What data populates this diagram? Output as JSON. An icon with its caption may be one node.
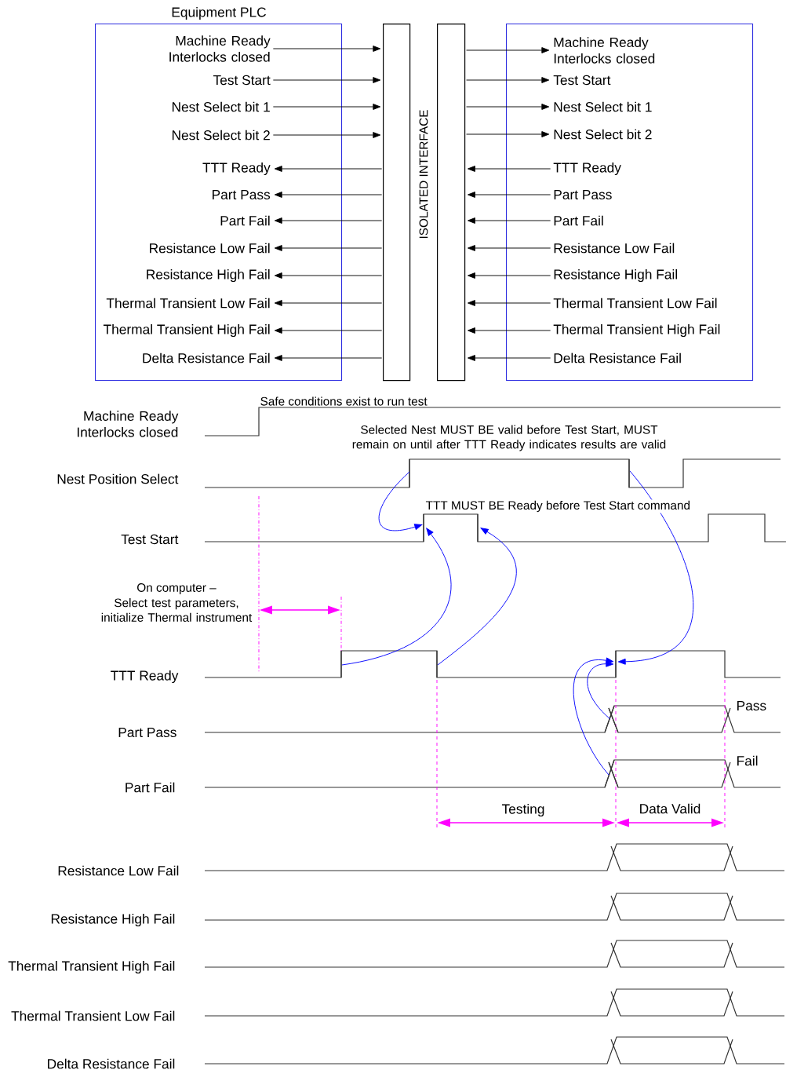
{
  "diagram": {
    "nodes": [
      {
        "text": [
          "Equipment PLC"
        ]
      },
      {
        "text": [],
        "shape": "bar"
      },
      {
        "text": [],
        "shape": "bar"
      },
      {
        "text": [],
        "shape": "box"
      },
      {
        "text": [
          "Machine Ready Interlocks closed"
        ],
        "in": 0
      },
      {
        "text": [
          "Test Start"
        ],
        "in": 0
      },
      {
        "text": [
          "Nest Select bit 1"
        ],
        "in": 0
      },
      {
        "text": [
          "Nest Select bit 2"
        ],
        "in": 0
      },
      {
        "text": [
          "TTT Ready"
        ],
        "in": 0
      },
      {
        "text": [
          "Part Pass"
        ],
        "in": 0
      },
      {
        "text": [
          "Part Fail"
        ],
        "in": 0
      },
      {
        "text": [
          "Resistance Low Fail"
        ],
        "in": 0
      },
      {
        "text": [
          "Resistance High Fail"
        ],
        "in": 0
      },
      {
        "text": [
          "Thermal Transient Low Fail"
        ],
        "in": 0
      },
      {
        "text": [
          "Thermal Transient High Fail"
        ],
        "in": 0
      },
      {
        "text": [
          "Delta Resistance Fail"
        ],
        "in": 0
      },
      {
        "text": [
          "Machine Ready Interlocks closed"
        ],
        "in": 3
      },
      {
        "text": [
          "Test Start"
        ],
        "in": 3
      },
      {
        "text": [
          "Nest Select bit 1"
        ],
        "in": 3
      },
      {
        "text": [
          "Nest Select bit 2"
        ],
        "in": 3
      },
      {
        "text": [
          "TTT Ready"
        ],
        "in": 3
      },
      {
        "text": [
          "Part Pass"
        ],
        "in": 3
      },
      {
        "text": [
          "Part Fail"
        ],
        "in": 3
      },
      {
        "text": [
          "Resistance Low Fail"
        ],
        "in": 3
      },
      {
        "text": [
          "Resistance High Fail"
        ],
        "in": 3
      },
      {
        "text": [
          "Thermal Transient Low Fail"
        ],
        "in": 3
      },
      {
        "text": [
          "Thermal Transient High Fail"
        ],
        "in": 3
      },
      {
        "text": [
          "Delta Resistance Fail"
        ],
        "in": 3
      },
      {
        "text": [],
        "shape": "line"
      },
      {
        "text": [],
        "shape": "line"
      },
      {
        "text": [],
        "shape": "line"
      },
      {
        "text": [],
        "shape": "line"
      },
      {
        "text": [],
        "shape": "line"
      },
      {
        "text": [],
        "shape": "line"
      },
      {
        "text": [],
        "shape": "line"
      },
      {
        "text": [],
        "shape": "cross"
      },
      {
        "text": [],
        "shape": "cross"
      }
    ],
    "edges": [
      {
        "from": 4,
        "to": 1,
        "arrow": "to"
      },
      {
        "from": 5,
        "to": 1,
        "arrow": "to"
      },
      {
        "from": 6,
        "to": 1,
        "arrow": "to"
      },
      {
        "from": 7,
        "to": 1,
        "arrow": "to"
      },
      {
        "from": 1,
        "to": 8,
        "arrow": "to"
      },
      {
        "from": 1,
        "to": 9,
        "arrow": "to"
      },
      {
        "from": 1,
        "to": 10,
        "arrow": "to"
      },
      {
        "from": 1,
        "to": 11,
        "arrow": "to"
      },
      {
        "from": 1,
        "to": 12,
        "arrow": "to"
      },
      {
        "from": 1,
        "to": 13,
        "arrow": "to"
      },
      {
        "from": 1,
        "to": 14,
        "arrow": "to"
      },
      {
        "from": 1,
        "to": 15,
        "arrow": "to"
      },
      {
        "from": 2,
        "to": 16,
        "arrow": "to"
      },
      {
        "from": 2,
        "to": 17,
        "arrow": "to"
      },
      {
        "from": 2,
        "to": 18,
        "arrow": "to"
      },
      {
        "from": 2,
        "to": 19,
        "arrow": "to"
      },
      {
        "from": 20,
        "to": 2,
        "arrow": "to"
      },
      {
        "from": 21,
        "to": 2,
        "arrow": "to"
      },
      {
        "from": 22,
        "to": 2,
        "arrow": "to"
      },
      {
        "from": 23,
        "to": 2,
        "arrow": "to"
      },
      {
        "from": 24,
        "to": 2,
        "arrow": "to"
      },
      {
        "from": 25,
        "to": 2,
        "arrow": "to"
      },
      {
        "from": 26,
        "to": 2,
        "arrow": "to"
      },
      {
        "from": 27,
        "to": 2,
        "arrow": "to"
      },
      {
        "from": 28,
        "to": 30,
        "arrow": "to",
        "color": "#0000ff"
      },
      {
        "from": 32,
        "to": 30,
        "arrow": "to",
        "color": "#0000ff"
      },
      {
        "from": 33,
        "to": 31,
        "arrow": "to",
        "color": "#0000ff"
      },
      {
        "from": 29,
        "to": 34,
        "arrow": "to",
        "color": "#0000ff"
      },
      {
        "from": 35,
        "to": 34,
        "arrow": "to",
        "color": "#0000ff"
      },
      {
        "from": 36,
        "to": 34,
        "arrow": "to",
        "color": "#0000ff"
      }
    ],
    "labels": [
      "ISOLATED INTERFACE",
      "Safe conditions exist to run test",
      "Machine Ready Interlocks closed",
      "Selected Nest MUST BE valid before Test Start, MUST remain on until after TTT Ready indicates results are valid",
      "Nest Position Select",
      "TTT MUST BE Ready before Test Start command",
      "Test Start",
      "On computer –",
      "Select test parameters, initialize Thermal instrument",
      "TTT Ready",
      "Pass",
      "Part Pass",
      "Fail",
      "Part Fail",
      "Testing",
      "Data Valid",
      "Resistance Low Fail",
      "Resistance High Fail",
      "Thermal Transient High Fail",
      "Thermal Transient Low Fail",
      "Delta Resistance Fail"
    ]
  }
}
